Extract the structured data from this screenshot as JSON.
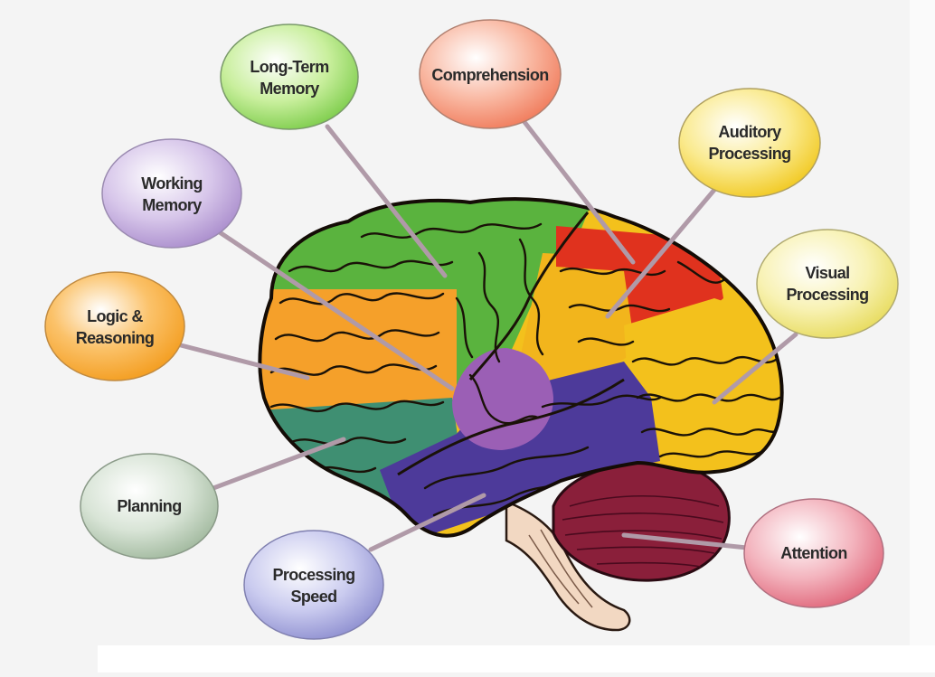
{
  "diagram": {
    "labels": [
      {
        "id": "long-term-memory",
        "lines": [
          "Long-Term",
          "Memory"
        ],
        "color": "#7ccc4a"
      },
      {
        "id": "comprehension",
        "lines": [
          "Comprehension"
        ],
        "color": "#f07a5a"
      },
      {
        "id": "auditory-processing",
        "lines": [
          "Auditory",
          "Processing"
        ],
        "color": "#f1c81f"
      },
      {
        "id": "working-memory",
        "lines": [
          "Working",
          "Memory"
        ],
        "color": "#a98ccc"
      },
      {
        "id": "visual-processing",
        "lines": [
          "Visual",
          "Processing"
        ],
        "color": "#eee36a"
      },
      {
        "id": "logic-reasoning",
        "lines": [
          "Logic &",
          "Reasoning"
        ],
        "color": "#f39c1d"
      },
      {
        "id": "planning",
        "lines": [
          "Planning"
        ],
        "color": "#a9c2a6"
      },
      {
        "id": "attention",
        "lines": [
          "Attention"
        ],
        "color": "#e0667a"
      },
      {
        "id": "processing-speed",
        "lines": [
          "Processing",
          "Speed"
        ],
        "color": "#8e8fd0"
      }
    ],
    "region_colors": {
      "frontal-upper": "#f5a02a",
      "frontal-lower": "#3f8f72",
      "motor-band": "#5ab33e",
      "parietal": "#f2b51c",
      "sensory-red": "#e0321e",
      "occipital": "#f3c11c",
      "temporal": "#4d3a9a",
      "insula": "#9b5fb5",
      "cerebellum": "#8a1f3a",
      "brainstem": "#f2d8c2"
    }
  }
}
